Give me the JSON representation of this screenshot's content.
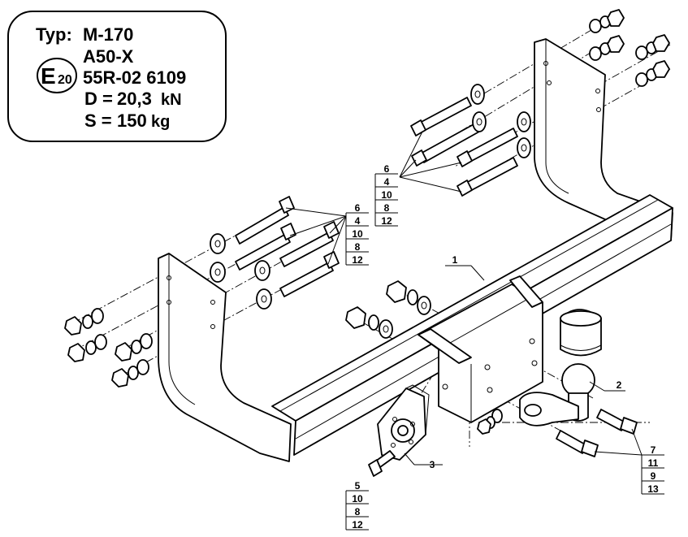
{
  "plate": {
    "typ_label": "Typ:",
    "model": "M-170",
    "code": "A50-X",
    "approval_mark": "E",
    "approval_country": "20",
    "approval_number": "55R-02 6109",
    "d_label": "D =",
    "d_value": "20,3",
    "d_unit": "kN",
    "s_label": "S =",
    "s_value": "150",
    "s_unit": "kg"
  },
  "callouts": {
    "bolts_left_top": [
      "6",
      "4",
      "10",
      "8",
      "12"
    ],
    "bolts_right_top": [
      "6",
      "4",
      "10",
      "8",
      "12"
    ],
    "main_beam": "1",
    "ball_hitch": "2",
    "socket_plate": "3",
    "socket_bolts": [
      "5",
      "10",
      "8",
      "12"
    ],
    "ball_bolts": [
      "7",
      "11",
      "9",
      "13"
    ]
  }
}
